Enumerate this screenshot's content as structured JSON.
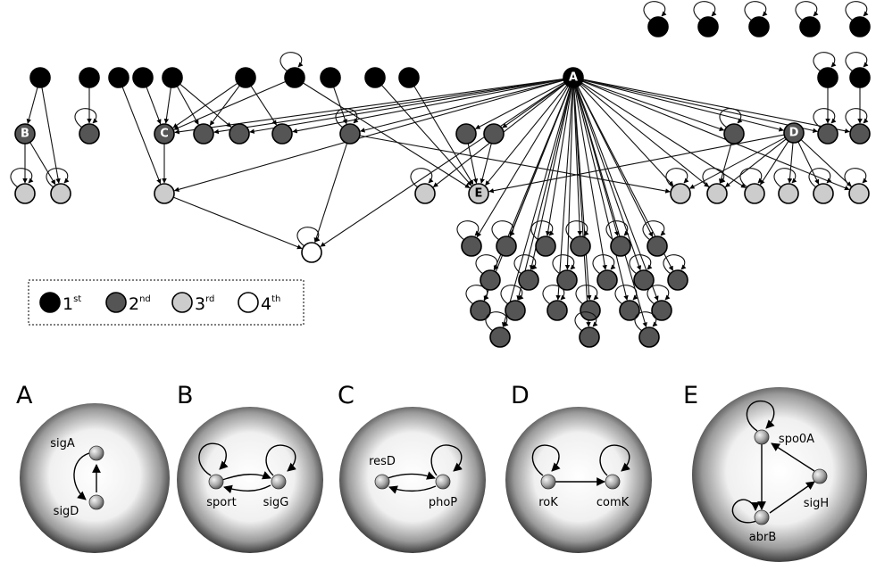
{
  "colors": {
    "first": "#000000",
    "second": "#555555",
    "third": "#cccccc",
    "fourth": "#ffffff"
  },
  "legend": {
    "items": [
      {
        "num": "1",
        "sup": "st",
        "level": "first"
      },
      {
        "num": "2",
        "sup": "nd",
        "level": "second"
      },
      {
        "num": "3",
        "sup": "rd",
        "level": "third"
      },
      {
        "num": "4",
        "sup": "th",
        "level": "fourth"
      }
    ]
  },
  "network": {
    "hub_labels": [
      "A",
      "B",
      "C",
      "D",
      "E"
    ]
  },
  "panels": [
    {
      "title": "A",
      "genes": [
        "sigA",
        "sigD"
      ]
    },
    {
      "title": "B",
      "genes": [
        "sport",
        "sigG"
      ]
    },
    {
      "title": "C",
      "genes": [
        "resD",
        "phoP"
      ]
    },
    {
      "title": "D",
      "genes": [
        "roK",
        "comK"
      ]
    },
    {
      "title": "E",
      "genes": [
        "spo0A",
        "sigH",
        "abrB"
      ]
    }
  ]
}
